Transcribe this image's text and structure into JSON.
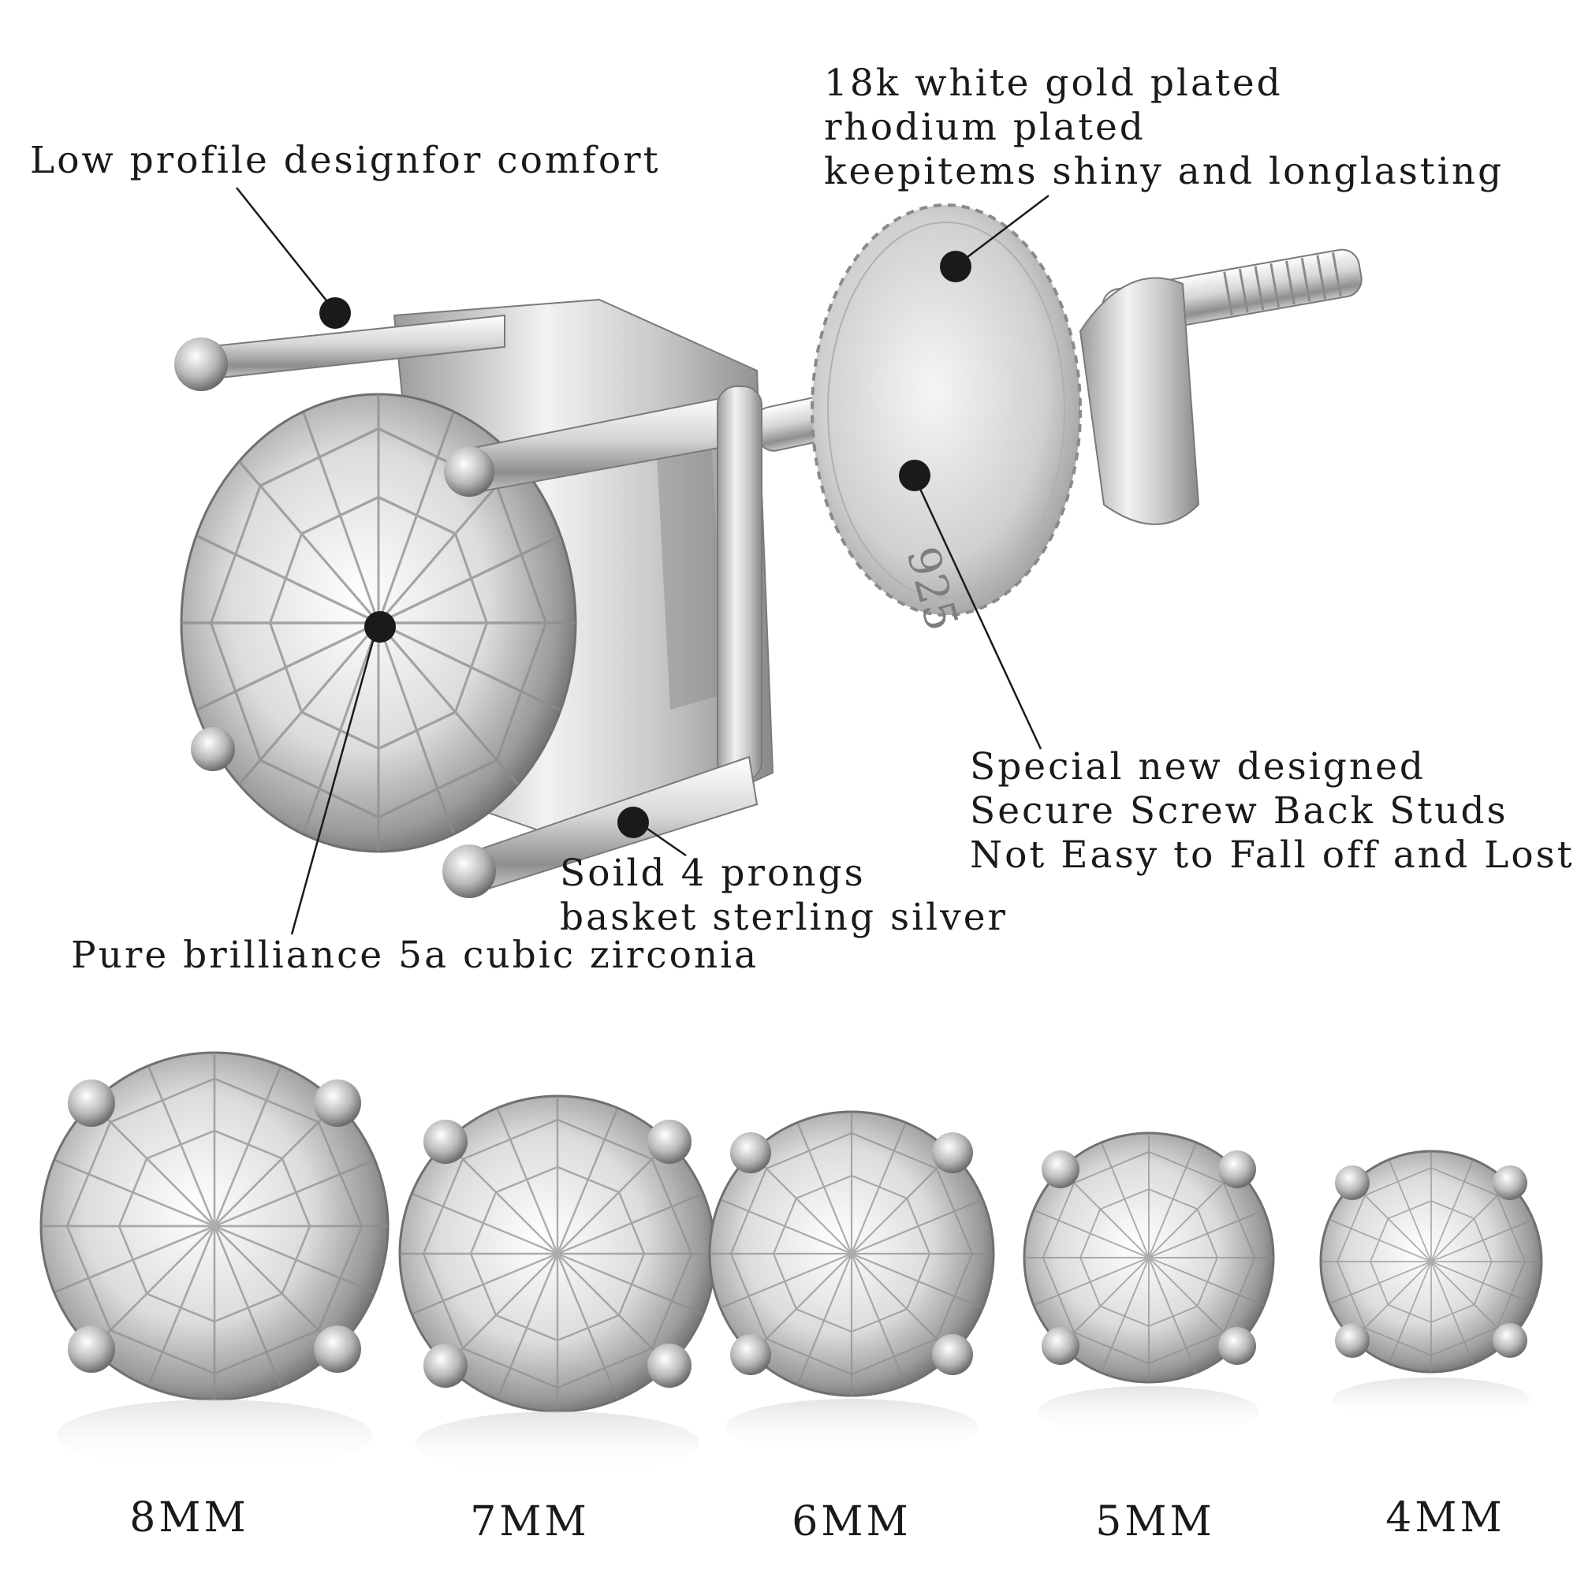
{
  "callouts": {
    "low_profile": "Low profile designfor comfort",
    "plating": [
      "18k white gold plated",
      "rhodium plated",
      "keepitems shiny and longlasting"
    ],
    "screw_back": [
      "Special new designed",
      "Secure Screw Back Studs",
      "Not Easy to Fall off and Lost"
    ],
    "prongs": [
      "Soild 4 prongs",
      "basket sterling silver"
    ],
    "zirconia": "Pure brilliance 5a cubic zirconia"
  },
  "backing_stamp": "925",
  "sizes": [
    "8MM",
    "7MM",
    "6MM",
    "5MM",
    "4MM"
  ],
  "colors": {
    "text": "#1a1a1a",
    "marker": "#1a1a1a",
    "metal_light": "#f4f4f4",
    "metal_dark": "#8a8a8a"
  }
}
